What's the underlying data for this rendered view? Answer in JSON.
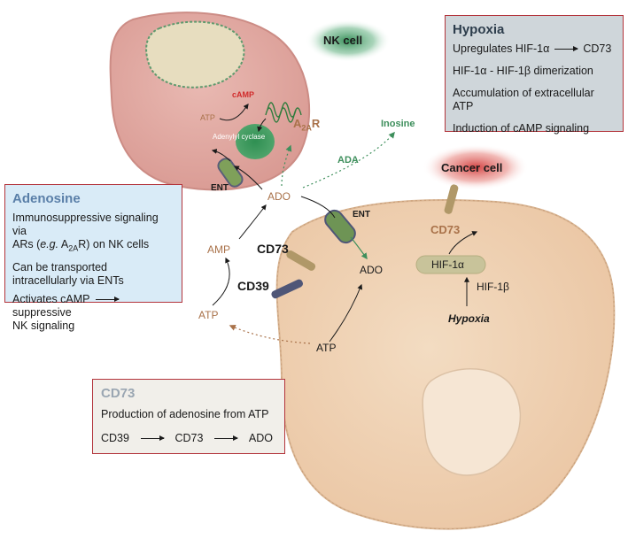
{
  "nk_cell": {
    "title": "NK cell",
    "camp": "cAMP",
    "atp": "ATP",
    "adenylyl_cyclase": "Adenylyl cyclase",
    "receptor_main": "A",
    "receptor_sub": "2A",
    "receptor_tail": "R",
    "ent": "ENT"
  },
  "cancer_cell": {
    "title": "Cancer cell",
    "cd73": "CD73",
    "hif1a": "HIF-1α",
    "hif1b": "HIF-1β",
    "hypoxia": "Hypoxia",
    "ado": "ADO",
    "atp": "ATP",
    "ent": "ENT"
  },
  "extracellular": {
    "ado": "ADO",
    "amp": "AMP",
    "atp": "ATP",
    "cd73": "CD73",
    "cd39": "CD39",
    "ada": "ADA",
    "inosine": "Inosine"
  },
  "hypoxia_box": {
    "title": "Hypoxia",
    "line1_a": "Upregulates HIF-1α",
    "line1_b": "CD73",
    "line2": "HIF-1α - HIF-1β dimerization",
    "line3": "Accumulation of extracellular ATP",
    "line4": "Induction of cAMP signaling"
  },
  "adenosine_box": {
    "title": "Adenosine",
    "line1_a": "Immunosuppressive signaling via",
    "line1_b": "ARs (",
    "line1_eg": "e.g.",
    "line1_c": " A",
    "line1_sub": "2A",
    "line1_d": "R) on NK cells",
    "line2": "Can be transported intracellularly via ENTs",
    "line3_a": "Activates cAMP",
    "line3_b": "suppressive",
    "line3_c": "NK signaling"
  },
  "cd73_box": {
    "title": "CD73",
    "line1": "Production of adenosine from ATP",
    "flow": [
      "CD39",
      "CD73",
      "ADO"
    ]
  },
  "colors": {
    "nk_body": "#e3aaa3",
    "cancer_body": "#f0d2b3",
    "ent": "#7fa05a",
    "cd73": "#b09868",
    "cd39": "#4f5677",
    "orange_text": "#a9724a",
    "green_text": "#3e8f5c",
    "red_text": "#d12b2b",
    "border": "#b3343b"
  }
}
